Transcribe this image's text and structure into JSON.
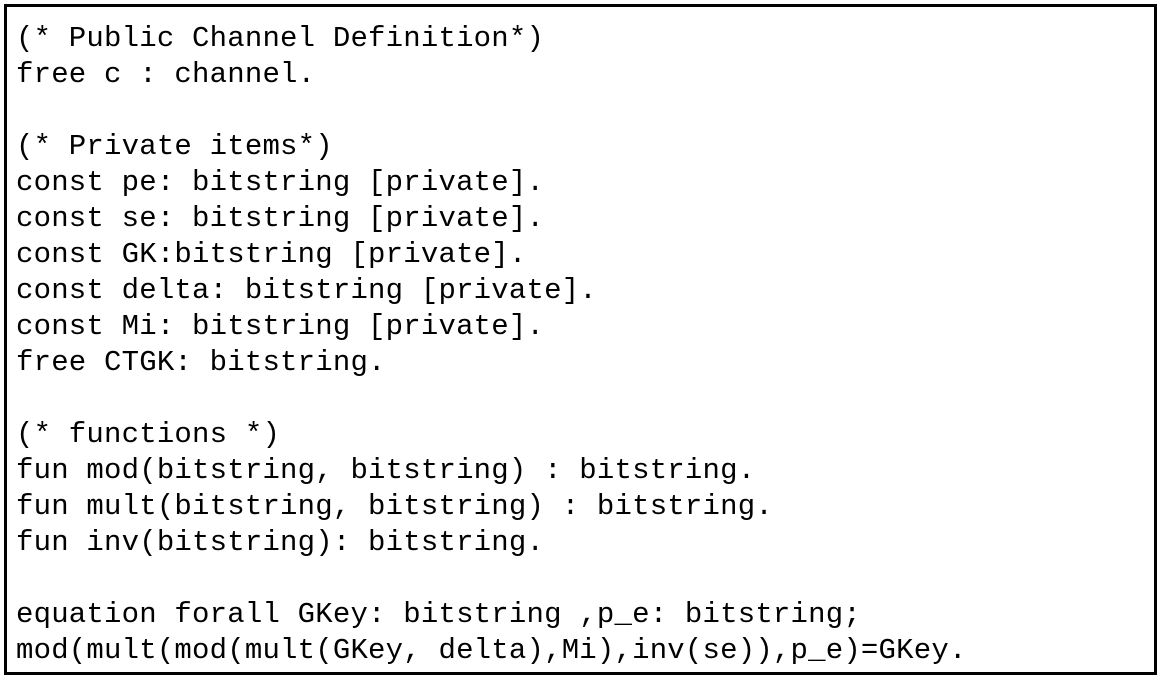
{
  "code": {
    "lines": [
      "(* Public Channel Definition*)",
      "free c : channel.",
      "",
      "(* Private items*)",
      "const pe: bitstring [private].",
      "const se: bitstring [private].",
      "const GK:bitstring [private].",
      "const delta: bitstring [private].",
      "const Mi: bitstring [private].",
      "free CTGK: bitstring.",
      "",
      "(* functions *)",
      "fun mod(bitstring, bitstring) : bitstring.",
      "fun mult(bitstring, bitstring) : bitstring.",
      "fun inv(bitstring): bitstring.",
      "",
      "equation forall GKey: bitstring ,p_e: bitstring;",
      "mod(mult(mod(mult(GKey, delta),Mi),inv(se)),p_e)=GKey."
    ]
  }
}
